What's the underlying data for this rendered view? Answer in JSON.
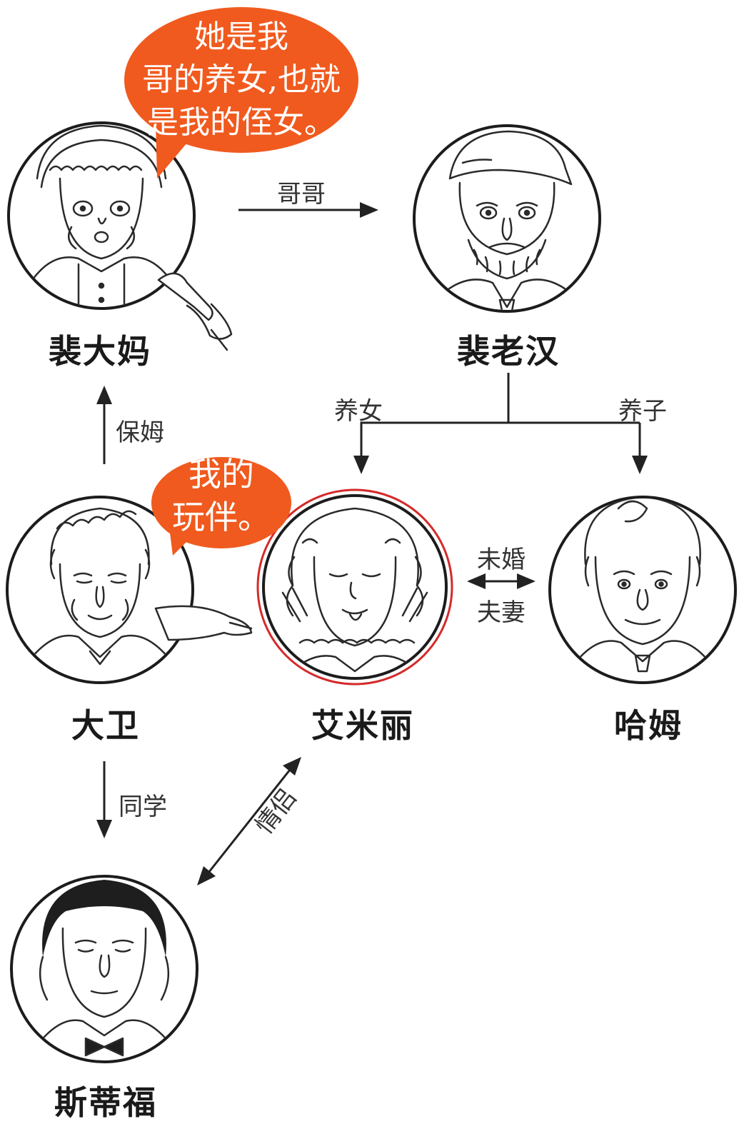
{
  "people": {
    "pei_damu": "裴大妈",
    "pei_laohan": "裴老汉",
    "david": "大卫",
    "emily": "艾米丽",
    "ham": "哈姆",
    "steerforth": "斯蒂福"
  },
  "relations": {
    "brother": "哥哥",
    "adopted_daughter": "养女",
    "adopted_son": "养子",
    "nanny": "保姆",
    "engaged_line1": "未婚",
    "engaged_line2": "夫妻",
    "classmate": "同学",
    "lovers": "情侣"
  },
  "bubbles": {
    "pei_damu": {
      "lines": [
        "她是我",
        "哥的养女,也就",
        "是我的侄女。"
      ]
    },
    "david": {
      "lines": [
        "我的",
        "玩伴。"
      ]
    }
  },
  "colors": {
    "bubble": "#f05a1e",
    "highlight_ring": "#d42a2a",
    "ink": "#222222"
  }
}
